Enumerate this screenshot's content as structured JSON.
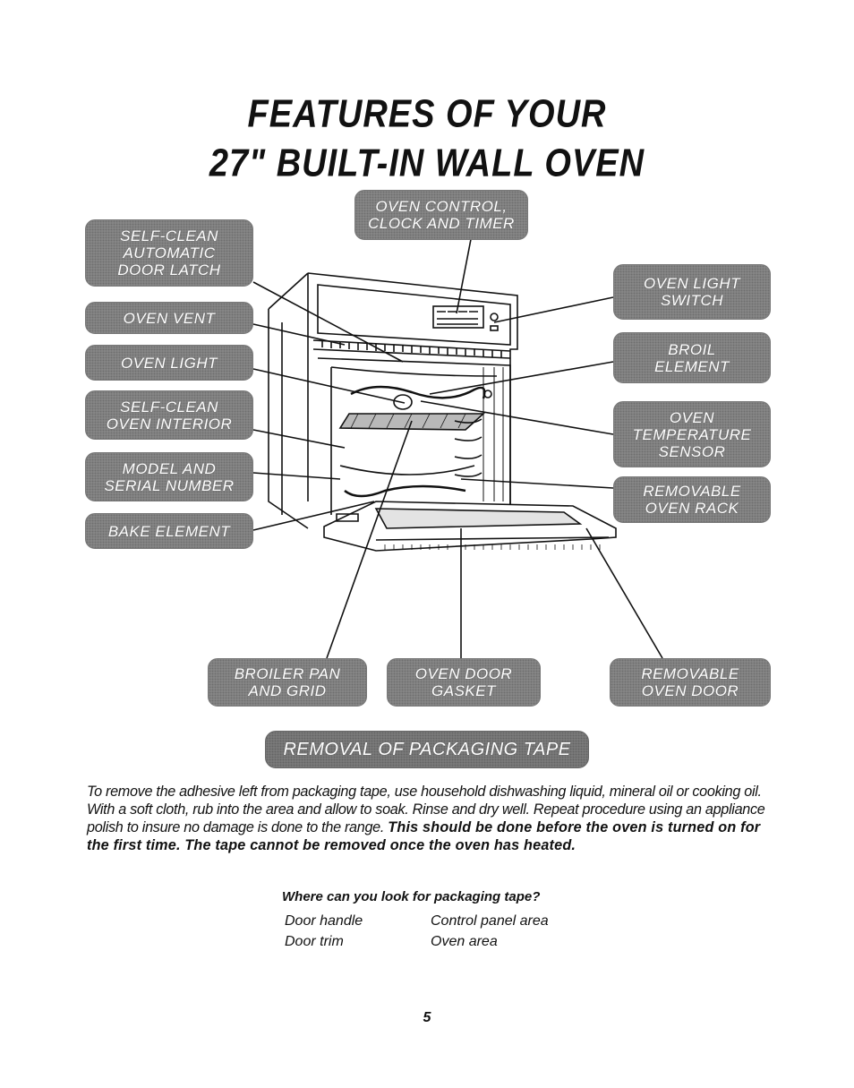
{
  "title": {
    "line1": "FEATURES OF YOUR",
    "line2": "27\" BUILT-IN WALL OVEN"
  },
  "labels": {
    "control": {
      "line1": "OVEN CONTROL,",
      "line2": "CLOCK AND TIMER"
    },
    "latch": {
      "line1": "SELF-CLEAN",
      "line2": "AUTOMATIC",
      "line3": "DOOR LATCH"
    },
    "vent": {
      "line1": "OVEN VENT"
    },
    "light": {
      "line1": "OVEN LIGHT"
    },
    "interior": {
      "line1": "SELF-CLEAN",
      "line2": "OVEN INTERIOR"
    },
    "model": {
      "line1": "MODEL AND",
      "line2": "SERIAL NUMBER"
    },
    "bake": {
      "line1": "BAKE ELEMENT"
    },
    "light_switch": {
      "line1": "OVEN LIGHT",
      "line2": "SWITCH"
    },
    "broil": {
      "line1": "BROIL",
      "line2": "ELEMENT"
    },
    "sensor": {
      "line1": "OVEN",
      "line2": "TEMPERATURE",
      "line3": "SENSOR"
    },
    "rack": {
      "line1": "REMOVABLE",
      "line2": "OVEN RACK"
    },
    "broiler_pan": {
      "line1": "BROILER PAN",
      "line2": "AND GRID"
    },
    "gasket": {
      "line1": "OVEN DOOR",
      "line2": "GASKET"
    },
    "door": {
      "line1": "REMOVABLE",
      "line2": "OVEN DOOR"
    }
  },
  "section": {
    "heading": "REMOVAL OF PACKAGING TAPE",
    "paragraph": "To remove the adhesive left from packaging tape, use household dishwashing liquid, mineral oil or cooking oil. With a soft cloth, rub into the area and allow to soak. Rinse and dry well. Repeat procedure using an appliance polish to insure no damage is done to the range.",
    "warning": "This should be done before the oven is turned on for the first time. The tape cannot be removed once the oven has heated.",
    "question": "Where can you look for packaging tape?",
    "locations": [
      "Door handle",
      "Control panel area",
      "Door trim",
      "Oven area"
    ]
  },
  "page_number": "5"
}
